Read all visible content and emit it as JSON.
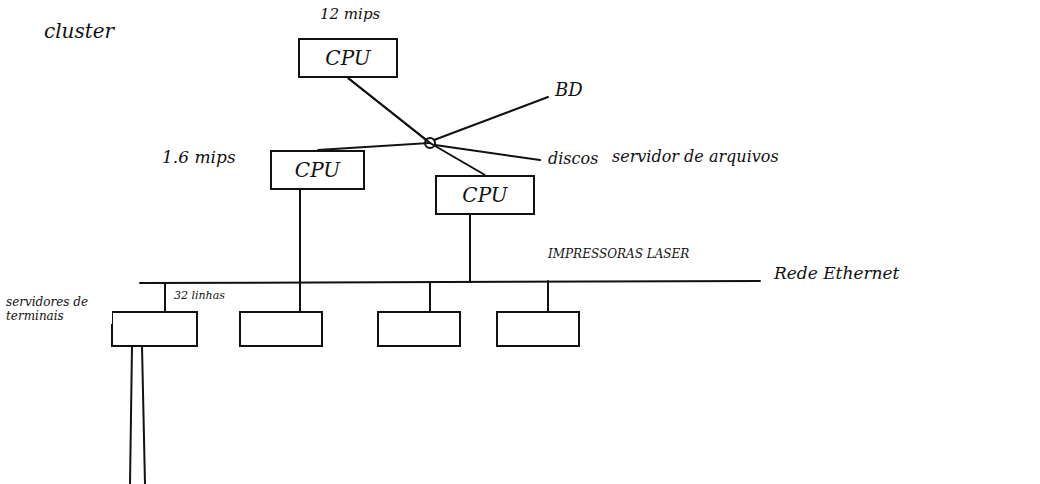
{
  "diagram": {
    "nodes": [
      {
        "text": [
          "CPU"
        ]
      },
      {
        "text": [
          "CPU"
        ]
      },
      {
        "text": [
          "CPU"
        ]
      }
    ],
    "edges": [
      {
        "from": 0,
        "to": 1,
        "arrow": "none"
      },
      {
        "from": 0,
        "to": 2,
        "arrow": "none"
      }
    ],
    "labels": [
      "cluster",
      "12 mips",
      "BD",
      "discos",
      "servidor de arquivos",
      "1.6 mips",
      "IMPRESSORAS LASER",
      "Rede Ethernet",
      "servidores de terminais",
      "32 linhas"
    ]
  }
}
